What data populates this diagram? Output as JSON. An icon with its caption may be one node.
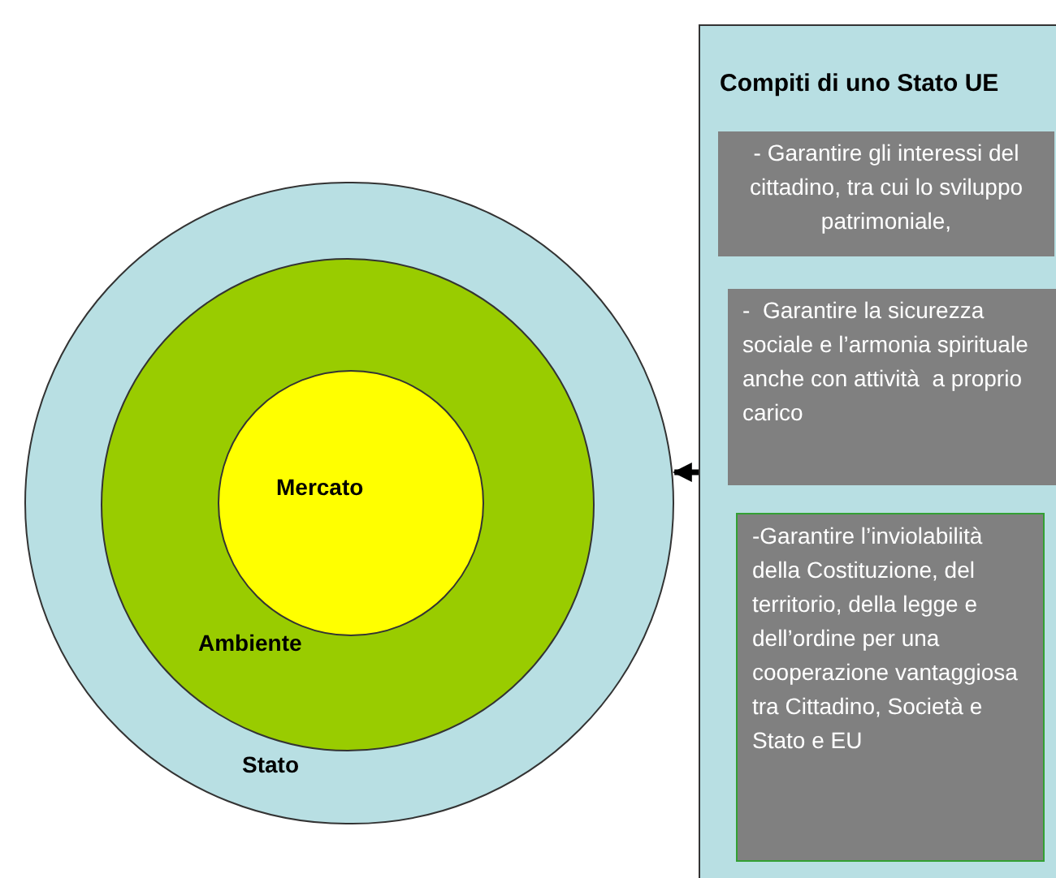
{
  "diagram": {
    "nodes": [
      {
        "text": [
          "Stato"
        ]
      },
      {
        "text": [
          "Ambiente"
        ],
        "in": 0
      },
      {
        "text": [
          "Mercato"
        ],
        "in": 1
      },
      {
        "text": [
          "Compiti di uno Stato UE"
        ]
      },
      {
        "text": [
          "- Garantire gli interessi del cittadino, tra cui lo sviluppo patrimoniale,"
        ],
        "in": 3
      },
      {
        "text": [
          "-  Garantire la sicurezza sociale e l’armonia spirituale anche con attività  a proprio carico"
        ],
        "in": 3
      },
      {
        "text": [
          "-Garantire l’inviolabilità della Costituzione, del territorio, della legge e dell’ordine per una cooperazione vantaggiosa tra Cittadino, Società e Stato e EU"
        ],
        "in": 3
      }
    ],
    "edges": [
      {
        "from": 3,
        "to": 0,
        "arrow": "to"
      }
    ]
  }
}
